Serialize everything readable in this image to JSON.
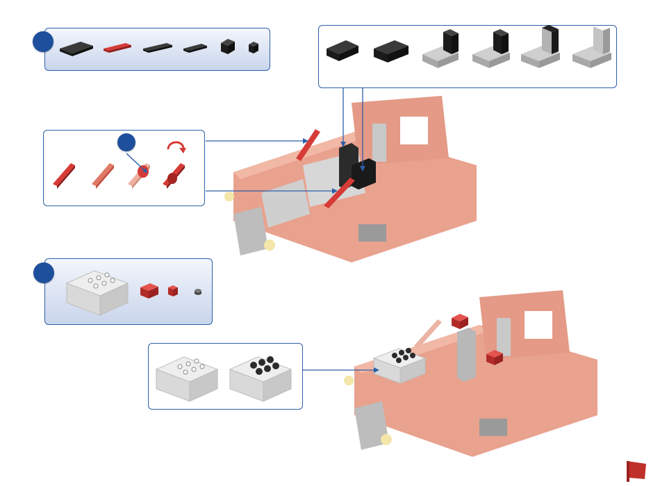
{
  "page": {
    "background": "#ffffff",
    "panel_border_color": "#2d5ea8",
    "step_circle_color": "#1e4f9c",
    "brick_red": "#d63b37",
    "brick_black": "#2b2b2b",
    "brick_grey": "#c2c2c2",
    "truck_color": "#e7a08c",
    "arrow_color": "#2d5ea8"
  },
  "steps": [
    {
      "id": "step-a",
      "parts": [
        "black-plate-2x4",
        "red-plate-1x4",
        "black-plate-1x4",
        "black-plate-1x3",
        "black-brick-2x2",
        "black-brick-1x1"
      ]
    },
    {
      "id": "step-b",
      "parts": [
        "red-tile-1x4",
        "red-tile-1x4-with-cap",
        "red-tile-1x4-rotated"
      ],
      "icons": [
        "rotate-arrow-icon"
      ]
    },
    {
      "id": "step-c",
      "parts": [
        "engine-block",
        "red-brick-1x2",
        "red-brick-1x1",
        "round-stud-black"
      ]
    }
  ],
  "subassemblies": {
    "bracket_sequence": [
      "black-plate",
      "black-plate-stacked",
      "grey-bracket-1",
      "grey-bracket-2",
      "grey-bracket-3",
      "grey-bracket-4"
    ],
    "engine_sequence": [
      "engine-plain",
      "engine-with-black-cylinders"
    ]
  },
  "page_marker": {
    "icon": "red-flag-icon"
  }
}
